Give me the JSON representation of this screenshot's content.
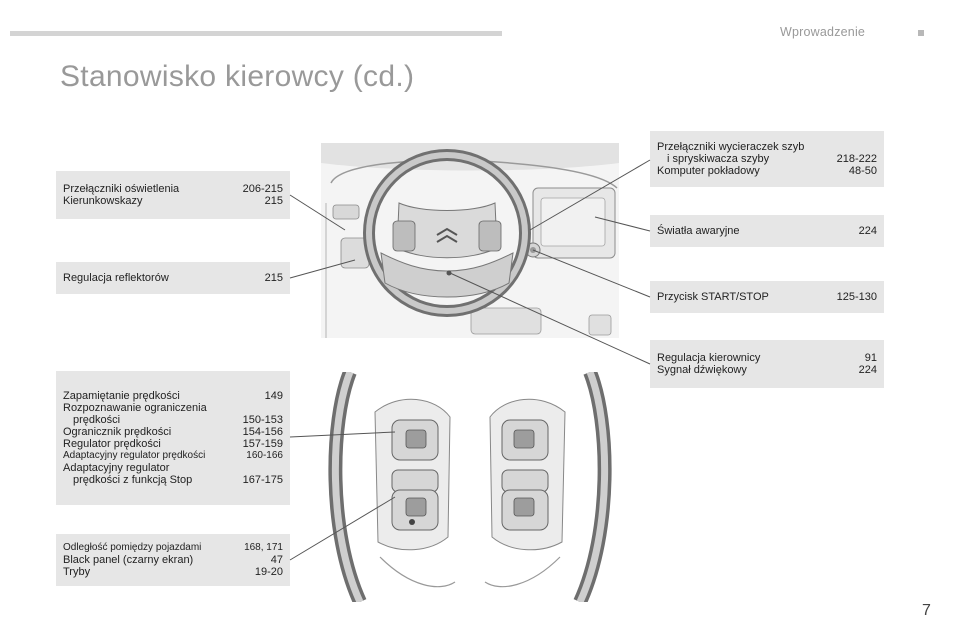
{
  "header": {
    "section": "Wprowadzenie",
    "title": "Stanowisko kierowcy (cd.)"
  },
  "callouts": {
    "lighting": [
      {
        "label": "Przełączniki oświetlenia",
        "pages": "206-215"
      },
      {
        "label": "Kierunkowskazy",
        "pages": "215"
      }
    ],
    "headlamp": [
      {
        "label": "Regulacja reflektorów",
        "pages": "215"
      }
    ],
    "speed": [
      {
        "label": "Zapamiętanie prędkości",
        "pages": "149"
      },
      {
        "label": "Rozpoznawanie ograniczenia",
        "pages": ""
      },
      {
        "label": "prędkości",
        "pages": "150-153"
      },
      {
        "label": "Ogranicznik prędkości",
        "pages": "154-156"
      },
      {
        "label": "Regulator prędkości",
        "pages": "157-159"
      },
      {
        "label": "Adaptacyjny regulator prędkości",
        "pages": "160-166"
      },
      {
        "label": "Adaptacyjny regulator",
        "pages": ""
      },
      {
        "label": "prędkości z funkcją Stop",
        "pages": "167-175"
      }
    ],
    "distance": [
      {
        "label": "Odległość pomiędzy pojazdami",
        "pages": "168, 171"
      },
      {
        "label": "Black panel (czarny ekran)",
        "pages": "47"
      },
      {
        "label": "Tryby",
        "pages": "19-20"
      }
    ],
    "wipers": [
      {
        "label": "Przełączniki wycieraczek szyb",
        "pages": ""
      },
      {
        "label": "i spryskiwacza szyby",
        "pages": "218-222"
      },
      {
        "label": "Komputer pokładowy",
        "pages": "48-50"
      }
    ],
    "hazard": [
      {
        "label": "Światła awaryjne",
        "pages": "224"
      }
    ],
    "start": [
      {
        "label": "Przycisk START/STOP",
        "pages": "125-130"
      }
    ],
    "steering": [
      {
        "label": "Regulacja kierownicy",
        "pages": "91"
      },
      {
        "label": "Sygnał dźwiękowy",
        "pages": "224"
      }
    ]
  },
  "footer": {
    "page_number": "7"
  }
}
